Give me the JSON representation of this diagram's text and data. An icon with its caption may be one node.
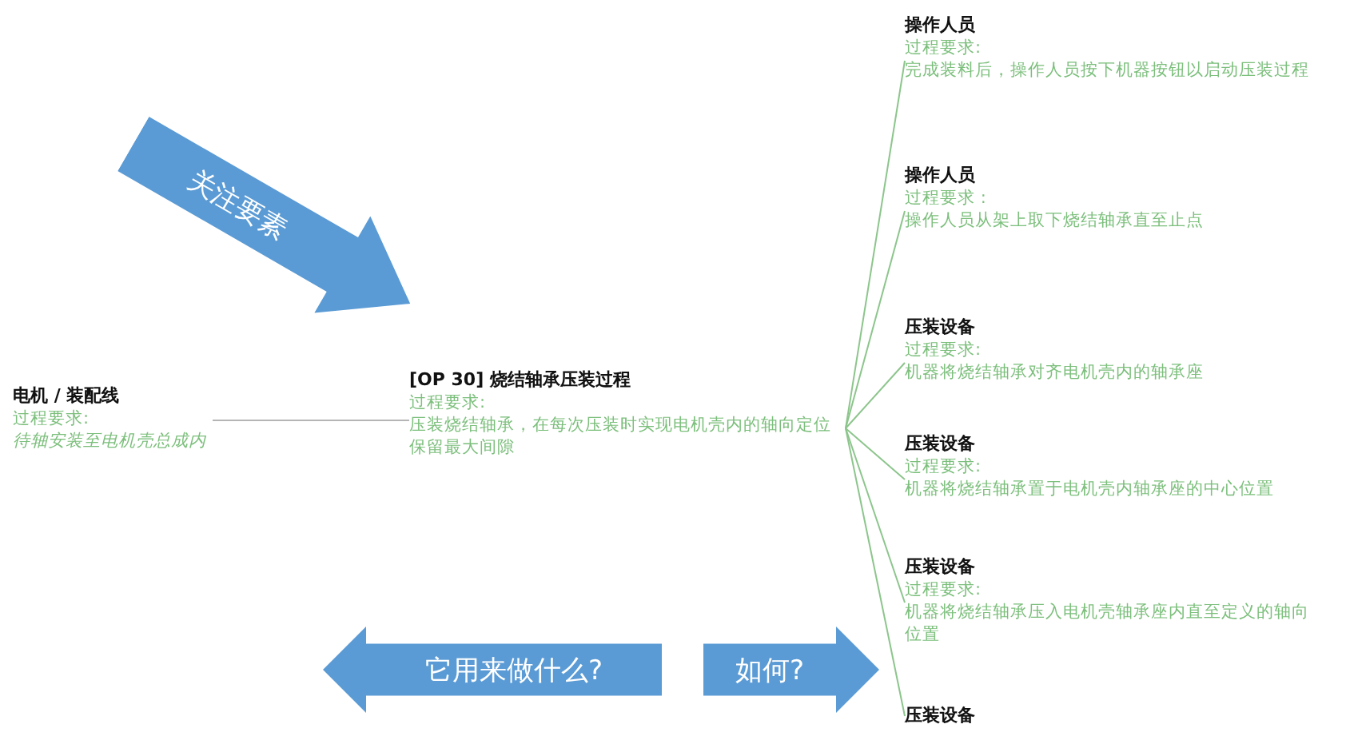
{
  "diagram": {
    "nodes": [
      {
        "text": [
          "电机 / 装配线",
          "过程要求:",
          "待轴安装至电机壳总成内"
        ]
      },
      {
        "text": [
          "[OP 30] 烧结轴承压装过程",
          "过程要求:",
          "压装烧结轴承，在每次压装时实现电机壳内的轴向定位保留最大间隙"
        ]
      },
      {
        "text": [
          "操作人员",
          "过程要求:",
          "完成装料后，操作人员按下机器按钮以启动压装过程"
        ]
      },
      {
        "text": [
          "操作人员",
          "过程要求 :",
          "操作人员从架上取下烧结轴承直至止点"
        ]
      },
      {
        "text": [
          "压装设备",
          "过程要求:",
          "机器将烧结轴承对齐电机壳内的轴承座"
        ]
      },
      {
        "text": [
          "压装设备",
          "过程要求:",
          "机器将烧结轴承置于电机壳内轴承座的中心位置"
        ]
      },
      {
        "text": [
          "压装设备",
          "过程要求:",
          "机器将烧结轴承压入电机壳轴承座内直至定义的轴向位置"
        ]
      },
      {
        "text": [
          "压装设备"
        ]
      },
      {
        "text": [
          "关注要素"
        ]
      },
      {
        "text": [
          "它用来做什么?"
        ]
      },
      {
        "text": [
          "如何?"
        ]
      }
    ],
    "edges": [
      {
        "from": 0,
        "to": 1,
        "arrow": "none"
      },
      {
        "from": 1,
        "to": 2,
        "arrow": "none",
        "color": "#8cc58c"
      },
      {
        "from": 1,
        "to": 3,
        "arrow": "none",
        "color": "#8cc58c"
      },
      {
        "from": 1,
        "to": 4,
        "arrow": "none",
        "color": "#8cc58c"
      },
      {
        "from": 1,
        "to": 5,
        "arrow": "none",
        "color": "#8cc58c"
      },
      {
        "from": 1,
        "to": 6,
        "arrow": "none",
        "color": "#8cc58c"
      },
      {
        "from": 1,
        "to": 7,
        "arrow": "none",
        "color": "#8cc58c"
      }
    ]
  }
}
